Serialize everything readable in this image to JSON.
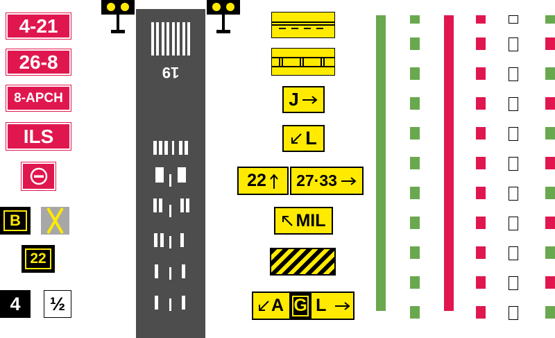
{
  "left_signs": {
    "mandatory": [
      "4-21",
      "26-8",
      "8-APCH",
      "ILS"
    ],
    "location_b": "B",
    "location_22": "22",
    "distance_4": "4",
    "distance_half": "½"
  },
  "runway": {
    "number": "19"
  },
  "direction_signs": {
    "j": "J",
    "l": "L",
    "runway_22": "22",
    "runway_27_33": "27·33",
    "mil": "MIL",
    "agl_a": "A",
    "agl_g": "G",
    "agl_l": "L"
  },
  "colors": {
    "mandatory_red": "#e0174f",
    "sign_yellow": "#ffea00",
    "pavement": "#4d4d4d",
    "light_green": "#6aa84f",
    "light_red": "#e0174f"
  }
}
